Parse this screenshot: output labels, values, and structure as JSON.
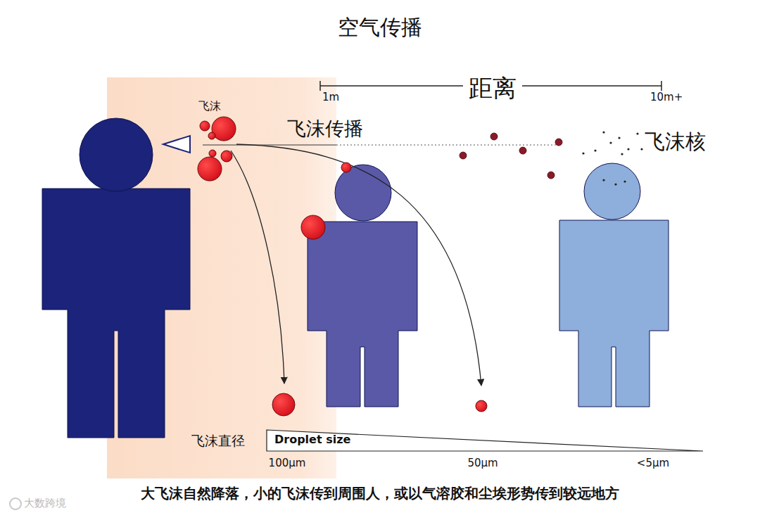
{
  "diagram": {
    "title": "空气传播",
    "caption": "大飞沫自然降落，小的飞沫传到周围人，或以气溶胶和尘埃形势传到较远地方",
    "nodes": [
      {
        "text": [
          "Droplet size"
        ]
      }
    ],
    "labels": [
      "飞沫",
      "1m",
      "距离",
      "10m+",
      "飞沫传播",
      "飞沫核",
      "飞沫直径",
      "100μm",
      "50μm",
      "<5μm",
      "大数跨境"
    ]
  }
}
